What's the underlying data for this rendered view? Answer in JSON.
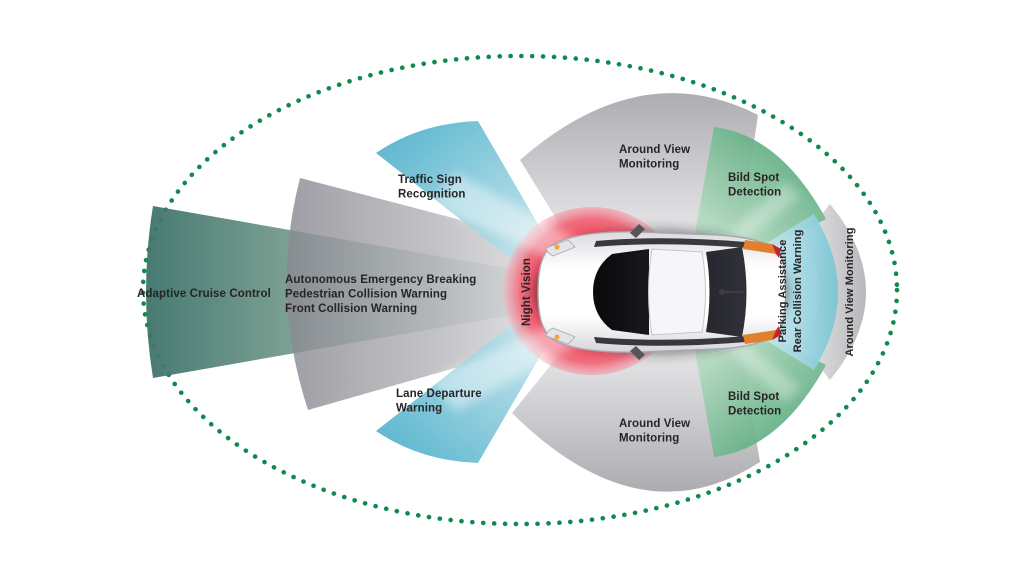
{
  "diagram": {
    "labels": {
      "acc": "Adaptive Cruise Control",
      "aeb1": "Autonomous Emergency Breaking",
      "aeb2": "Pedestrian Collision Warning",
      "aeb3": "Front Collision Warning",
      "tsr1": "Traffic Sign",
      "tsr2": "Recognition",
      "ldw1": "Lane Departure",
      "ldw2": "Warning",
      "night_vision": "Night Vision",
      "avm1": "Around View",
      "avm2": "Monitoring",
      "avm_right": "Around View Monitoring",
      "bsd1": "Bild Spot",
      "bsd2": "Detection",
      "park1": "Parking Assistance",
      "park2": "Rear Collision Warning"
    },
    "colors": {
      "dotted_ellipse_green": "#10894F",
      "adaptive_cruise_teal": "#3F746B",
      "emergency_gray": "#88888F",
      "camera_blue": "#54B3CD",
      "blind_spot_green": "#58AA7D",
      "around_view_gray": "#A2A2A7",
      "parking_teal": "#74C3D2",
      "night_vision_red": "#EE3E54",
      "label_text": "#282425",
      "car_body_white": "#F5F5F7",
      "taillight_orange": "#E07F2C"
    }
  }
}
